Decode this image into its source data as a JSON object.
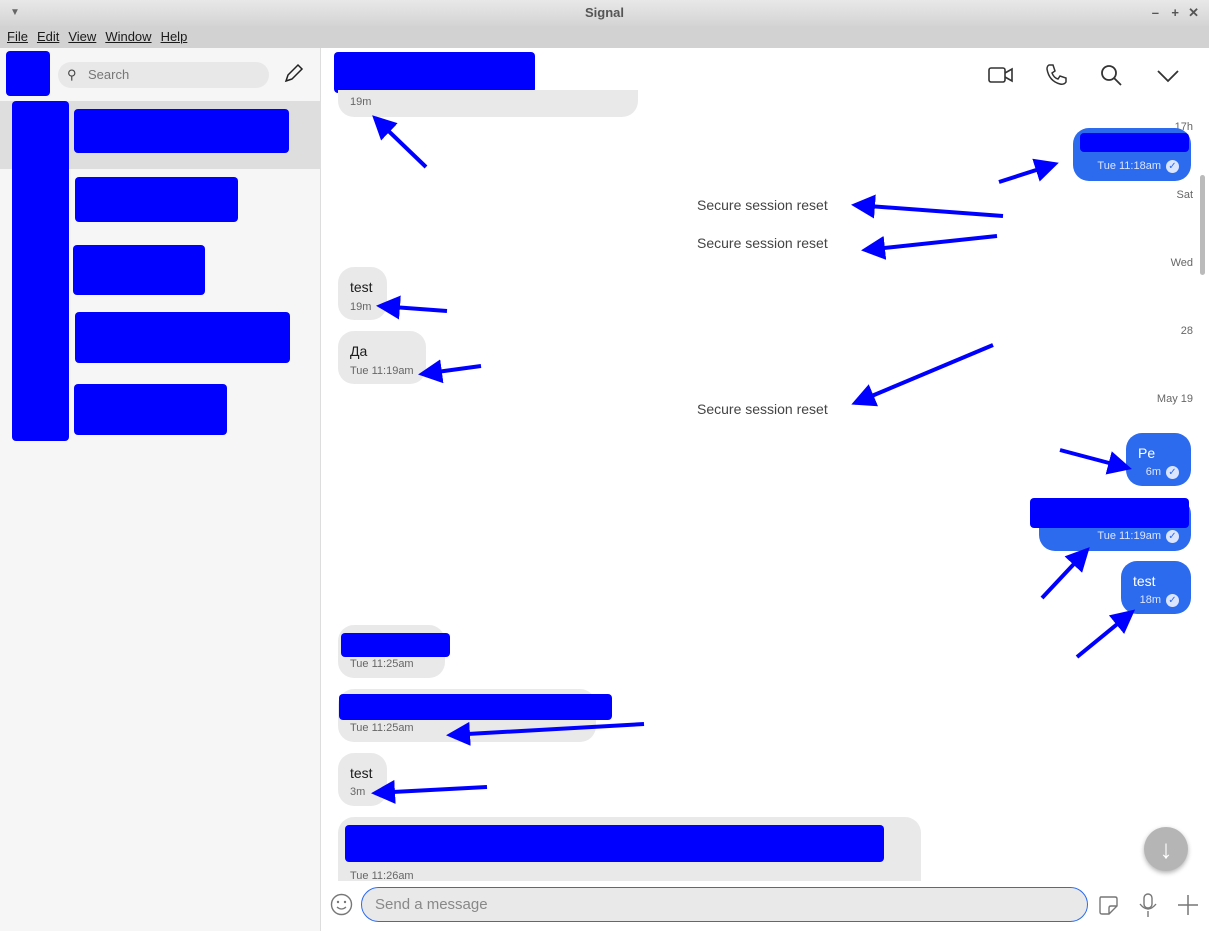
{
  "window": {
    "title": "Signal"
  },
  "menu": [
    "File",
    "Edit",
    "View",
    "Window",
    "Help"
  ],
  "sidebar": {
    "search_placeholder": "Search",
    "conversations": [
      {
        "time": "17h"
      },
      {
        "time": "Sat"
      },
      {
        "time": "Wed"
      },
      {
        "time": "28"
      },
      {
        "time": "May 19"
      }
    ]
  },
  "messages": {
    "m0": {
      "meta": "19m"
    },
    "m1": {
      "meta": "Tue 11:18am"
    },
    "n1": "Secure session reset",
    "n2": "Secure session reset",
    "m2": {
      "text": "test",
      "meta": "19m"
    },
    "m3": {
      "text": "Да",
      "meta": "Tue 11:19am"
    },
    "n3": "Secure session reset",
    "m4": {
      "text": "Pe",
      "meta": "6m"
    },
    "m5": {
      "meta": "Tue 11:19am"
    },
    "m6": {
      "text": "test",
      "meta": "18m"
    },
    "m7": {
      "meta": "Tue 11:25am"
    },
    "m8": {
      "meta": "Tue 11:25am"
    },
    "m9": {
      "text": "test",
      "meta": "3m"
    },
    "m10": {
      "meta": "Tue 11:26am"
    }
  },
  "composer": {
    "placeholder": "Send a message"
  },
  "colors": {
    "accent": "#2c6bed",
    "redaction": "#0000ff"
  }
}
